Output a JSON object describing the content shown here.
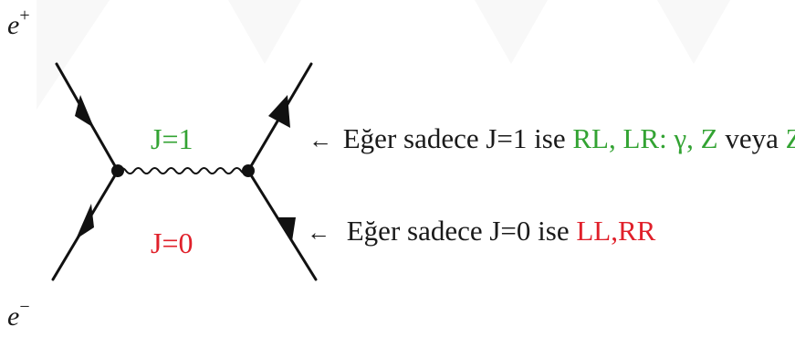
{
  "particles": {
    "positron": {
      "symbol": "e",
      "charge": "+"
    },
    "electron": {
      "symbol": "e",
      "charge": "−"
    }
  },
  "states": {
    "j1_label": "J=1",
    "j0_label": "J=0"
  },
  "annotations": {
    "top": {
      "arrow": "←",
      "prefix": "Eğer sadece J=1 ise ",
      "highlight1": "RL, LR: γ, Z",
      "connector": " veya ",
      "highlight2": "Z'"
    },
    "bottom": {
      "arrow": "←",
      "prefix": "Eğer sadece J=0 ise ",
      "highlight": "LL,RR"
    }
  },
  "colors": {
    "line": "#111111",
    "green": "#33a333",
    "red": "#e0202a",
    "watermark": "#f2f2f2"
  }
}
